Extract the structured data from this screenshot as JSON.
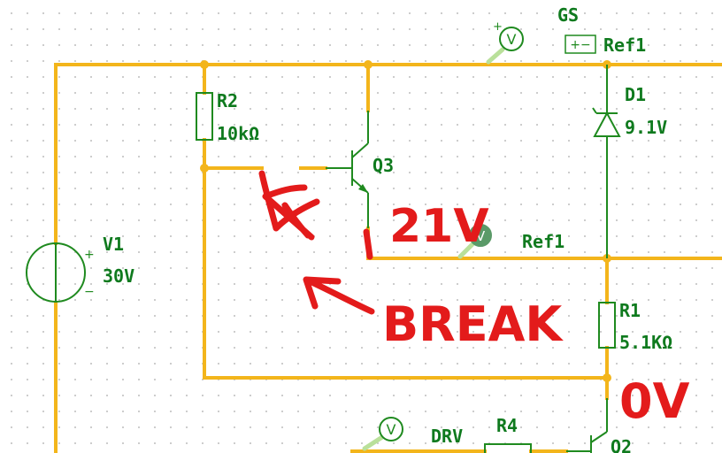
{
  "labels": {
    "gs": "GS",
    "ref1_top": "Ref1",
    "d1_name": "D1",
    "d1_value": "9.1V",
    "r2_name": "R2",
    "r2_value": "10kΩ",
    "q3_name": "Q3",
    "v1_name": "V1",
    "v1_value": "30V",
    "ref1_mid": "Ref1",
    "r1_name": "R1",
    "r1_value": "5.1KΩ",
    "drv": "DRV",
    "r4_name": "R4",
    "q2_name": "Q2"
  },
  "probes": {
    "probe_symbol": "V",
    "ref_box_symbol": "+−",
    "plus_sign": "+",
    "minus_sign": "−"
  },
  "annotations": {
    "voltage_21": "21V",
    "break_text": "BREAK",
    "zero_volt": "0V"
  },
  "colors": {
    "wire": "#f3b51b",
    "component": "#1f8a1f",
    "label": "#0f7a1e",
    "annotation": "#e31b1b",
    "grid_dot": "#c9c9c9"
  }
}
